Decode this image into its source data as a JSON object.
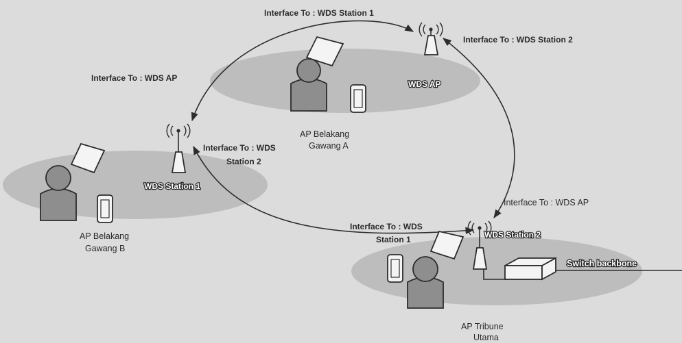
{
  "links": {
    "top_left_arc": "Interface To : WDS Station 1",
    "top_right_arc": "Interface To : WDS Station 2",
    "left_arc": "Interface To : WDS AP",
    "center_line_a": "Interface To : WDS",
    "center_line_b": "Station 2",
    "right_arc": "Interface To : WDS AP",
    "bottom_line_a": "Interface To : WDS",
    "bottom_line_b": "Station 1"
  },
  "nodes": {
    "wds_ap": "WDS AP",
    "wds_station_1": "WDS Station 1",
    "wds_station_2": "WDS Station 2",
    "switch": "Switch backbone"
  },
  "sites": {
    "a_line1": "AP Belakang",
    "a_line2": "Gawang A",
    "b_line1": "AP Belakang",
    "b_line2": "Gawang B",
    "c_line1": "AP Tribune",
    "c_line2": "Utama"
  },
  "icons": [
    "antenna-icon",
    "laptop-icon",
    "person-icon",
    "pda-icon",
    "switch-icon",
    "wireless-signal-icon"
  ],
  "colors": {
    "background": "#dcdcdc",
    "ground": "#bdbdbd",
    "stroke": "#2c2c2c"
  }
}
